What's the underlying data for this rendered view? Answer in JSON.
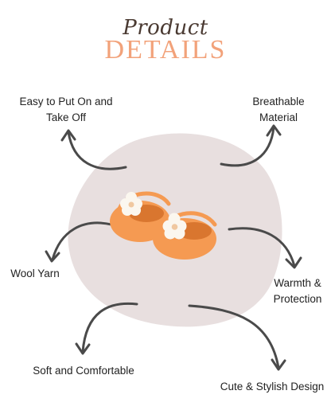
{
  "heading": {
    "script": "Product",
    "main": "DETAILS"
  },
  "features": {
    "easy_line1": "Easy to Put On and",
    "easy_line2": "Take Off",
    "breathable_line1": "Breathable",
    "breathable_line2": "Material",
    "wool": "Wool Yarn",
    "warmth_line1": "Warmth &",
    "warmth_line2": "Protection",
    "soft": "Soft and Comfortable",
    "cute": "Cute & Stylish Design"
  },
  "colors": {
    "blob": "#e8dfdf",
    "arrow": "#4a4a4a",
    "accent": "#f2a27a",
    "bootie": "#f59a52"
  }
}
